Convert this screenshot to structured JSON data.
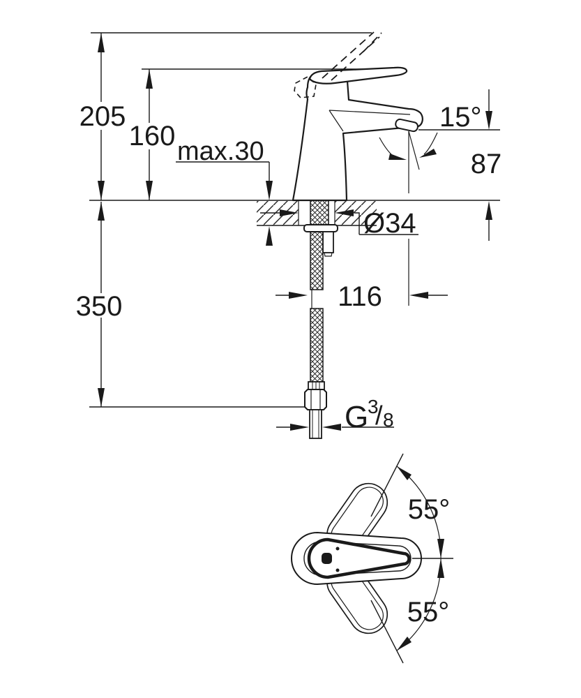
{
  "drawing_title": "single-lever-basin-mixer-dimension-drawing",
  "colors": {
    "line": "#1a1a1a",
    "background": "#ffffff"
  },
  "side_view": {
    "dim_total_height": "205",
    "dim_body_height": "160",
    "dim_deck_thickness": "max.30",
    "dim_spout_angle": "15°",
    "dim_spout_height": "87",
    "dim_hole_diameter": "Ø34",
    "dim_hose_length": "350",
    "dim_projection": "116",
    "thread": {
      "prefix": "G",
      "numerator": "3",
      "slash": "/",
      "denominator": "8"
    }
  },
  "top_view": {
    "dim_swivel_upper": "55°",
    "dim_swivel_lower": "55°"
  }
}
